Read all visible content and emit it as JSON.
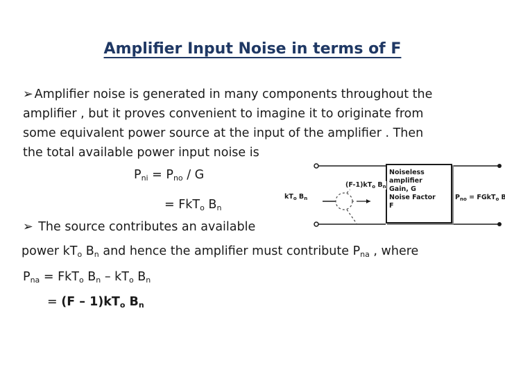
{
  "title": "Amplifier Input Noise in terms of F",
  "bullet_marker": "➢",
  "para1": {
    "line1": "Amplifier noise is generated in many components throughout the",
    "line2": "amplifier , but it proves convenient to imagine it to originate from",
    "line3": "some equivalent power source at the input of the amplifier .  Then",
    "line4": "the total available power input noise is"
  },
  "eq1": {
    "lhs": "P",
    "lhs_sub": "ni",
    "eq": " = P",
    "rhs_sub": "no",
    "rest": " / G"
  },
  "eq2": {
    "a": "= FkT",
    "a_sub": "o",
    "b": " B",
    "b_sub": "n"
  },
  "para2": {
    "line1": "  The source contributes  an available",
    "line2_a": " power  kT",
    "line2_sub1": "o",
    "line2_b": "  B",
    "line2_sub2": "n",
    "line2_c": " and hence the amplifier must contribute P",
    "line2_sub3": "na",
    "line2_d": " , where",
    "line3_a": "P",
    "line3_sub1": "na",
    "line3_b": " = FkT",
    "line3_sub2": "o",
    "line3_c": " B",
    "line3_sub3": "n",
    "line3_d": " – kT",
    "line3_sub4": "o",
    "line3_e": " B",
    "line3_sub5": "n",
    "line4_pre": "= ",
    "line4_a": "(F – 1)kT",
    "line4_sub1": "o",
    "line4_b": " B",
    "line4_sub2": "n"
  },
  "diagram": {
    "box_line1": "Noiseless",
    "box_line2": "amplifier",
    "box_line3": "Gain, G",
    "box_line4": "Noise Factor",
    "box_line5": "F",
    "source_a": "kT",
    "source_sub1": "o",
    "source_b": " B",
    "source_sub2": "n",
    "internal_a": "(F-1)kT",
    "internal_sub1": "o",
    "internal_b": " B",
    "internal_sub2": "n",
    "out_a": "P",
    "out_sub1": "no",
    "out_b": " = FGkT",
    "out_sub2": "o",
    "out_c": " B",
    "out_sub3": "n"
  }
}
